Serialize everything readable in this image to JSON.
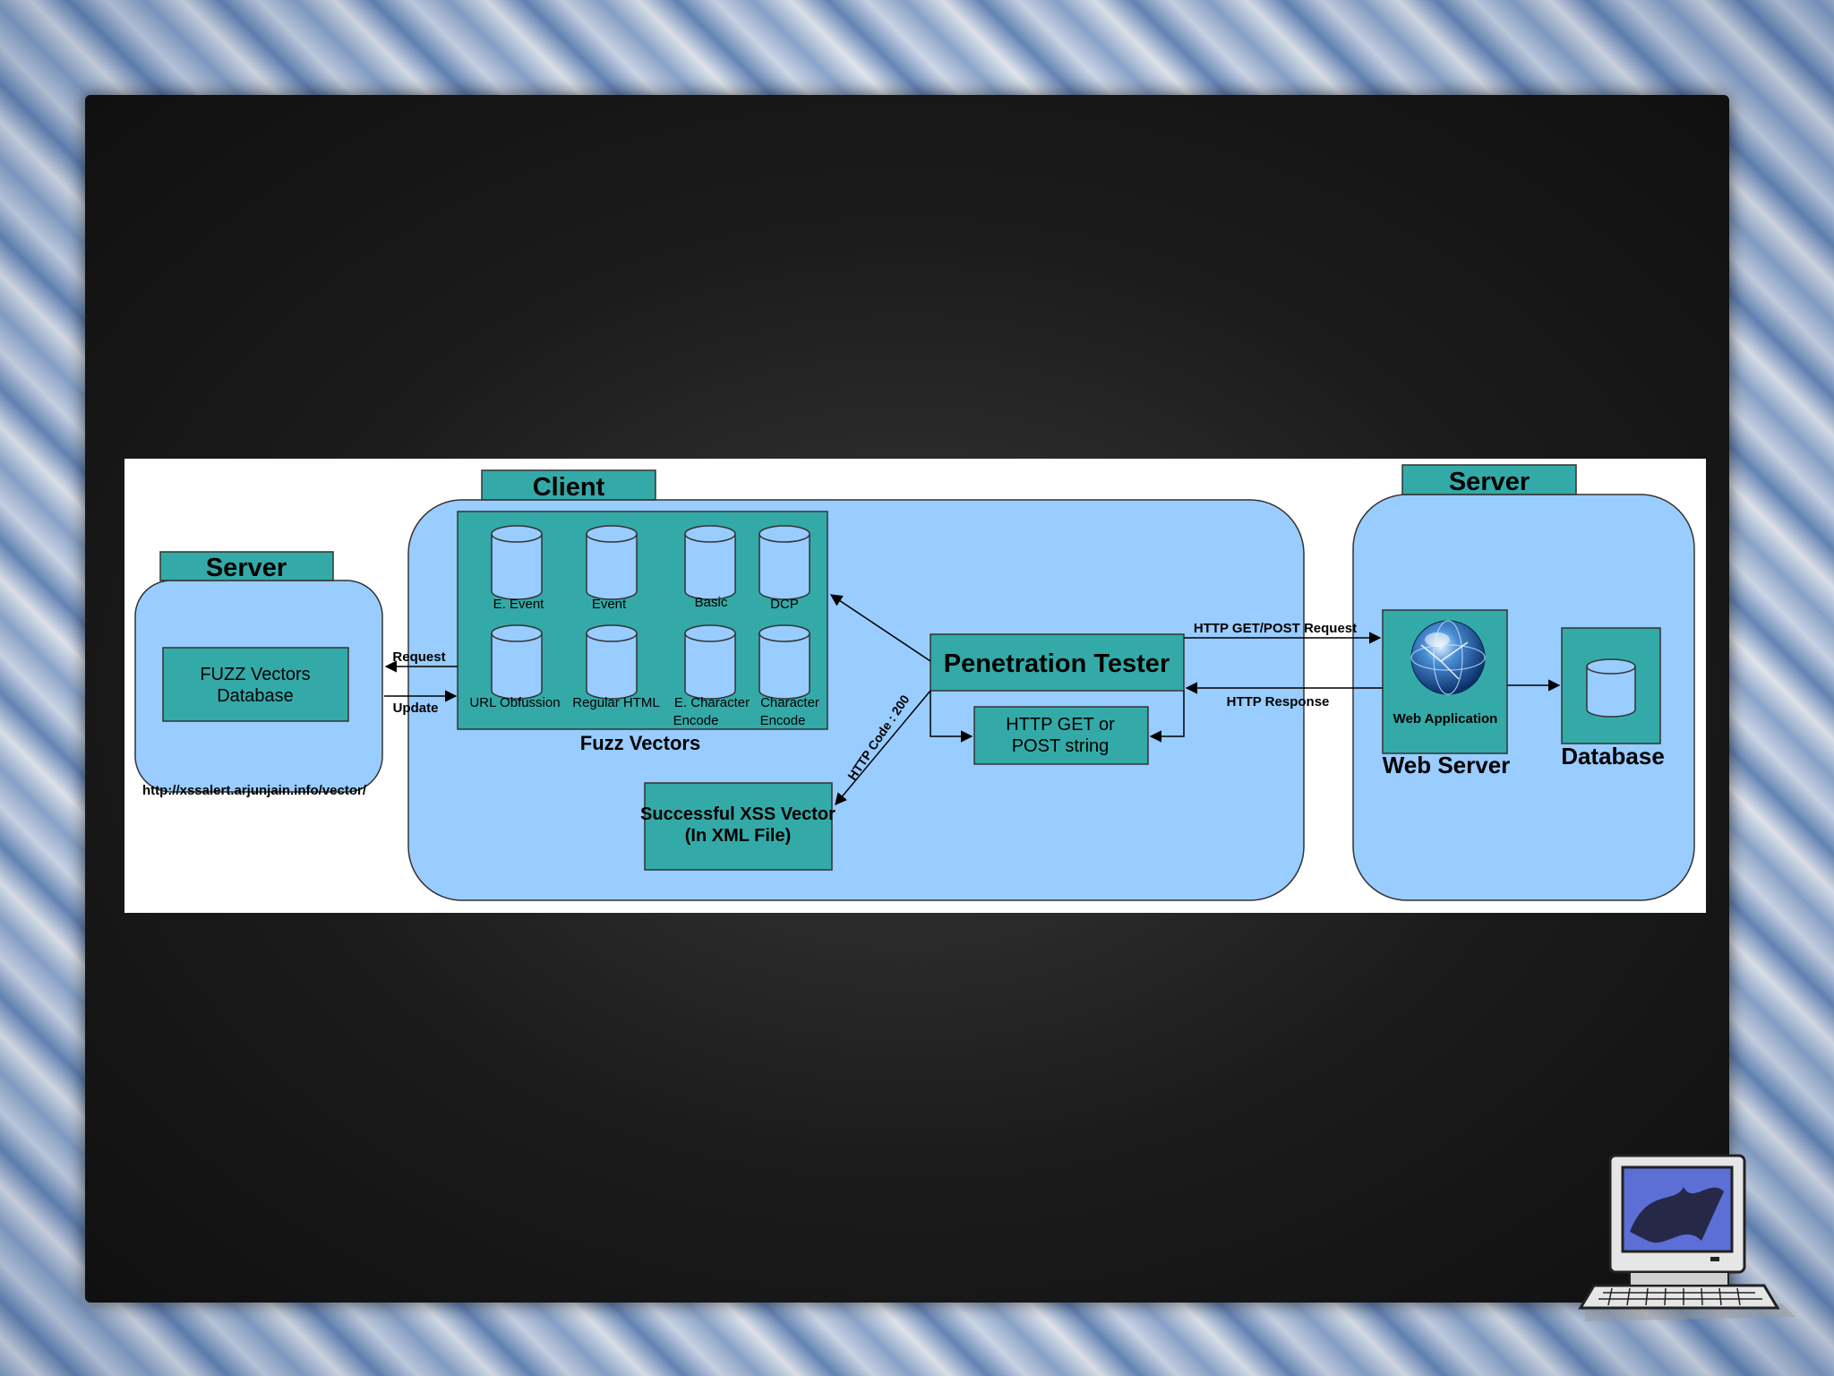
{
  "colors": {
    "region_fill": "#99ccff",
    "box_fill": "#33aaa8",
    "border": "#333333"
  },
  "left_server": {
    "title": "Server",
    "database_label": [
      "FUZZ Vectors",
      "Database"
    ],
    "url": "http://xssalert.arjunjain.info/vector/"
  },
  "client": {
    "title": "Client",
    "fuzz_vectors_title": "Fuzz Vectors",
    "vectors": [
      {
        "label": [
          "E. Event"
        ]
      },
      {
        "label": [
          "Event"
        ]
      },
      {
        "label": [
          "Basic"
        ]
      },
      {
        "label": [
          "DCP"
        ]
      },
      {
        "label": [
          "URL Obfussion"
        ]
      },
      {
        "label": [
          "Regular HTML"
        ]
      },
      {
        "label": [
          "E. Character",
          "Encode"
        ]
      },
      {
        "label": [
          "Character",
          "Encode"
        ]
      }
    ],
    "penetration_tester": "Penetration Tester",
    "http_get_post": [
      "HTTP GET or",
      "POST string"
    ],
    "xss_vector": [
      "Successful XSS Vector",
      "(In XML File)"
    ]
  },
  "right_server": {
    "title": "Server",
    "web_application": "Web Application",
    "web_server": "Web Server",
    "database": "Database"
  },
  "arrows": {
    "request": "Request",
    "update": "Update",
    "http_code": "HTTP Code : 200",
    "http_request": "HTTP GET/POST Request",
    "http_response": "HTTP Response"
  },
  "icons": [
    "database-cylinder-icon",
    "globe-icon",
    "computer-icon"
  ]
}
